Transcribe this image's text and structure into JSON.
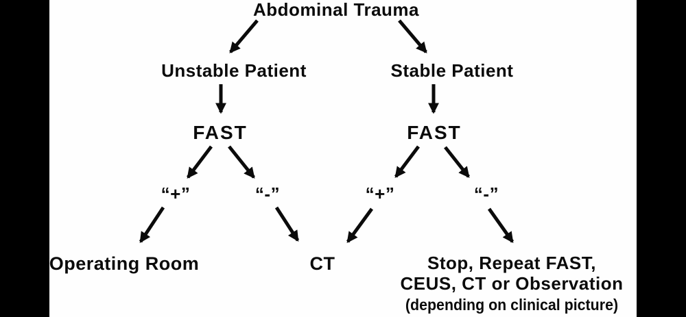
{
  "diagram": {
    "type": "flowchart",
    "colors": {
      "background": "#fefefe",
      "letterbox": "#000000",
      "ink": "#0b0b0b"
    },
    "nodes": {
      "root": {
        "label": "Abdominal Trauma"
      },
      "unstable": {
        "label": "Unstable Patient"
      },
      "stable": {
        "label": "Stable Patient"
      },
      "fast_unstable": {
        "label": "FAST"
      },
      "fast_stable": {
        "label": "FAST"
      },
      "unstable_pos": {
        "label": "“+”"
      },
      "unstable_neg": {
        "label": "“-”"
      },
      "stable_pos": {
        "label": "“+”"
      },
      "stable_neg": {
        "label": "“-”"
      },
      "operating_room": {
        "label": "Operating Room"
      },
      "ct": {
        "label": "CT"
      },
      "stable_neg_outcome": {
        "line1": "Stop, Repeat FAST,",
        "line2": "CEUS, CT or Observation",
        "line3": "(depending on clinical picture)"
      }
    },
    "edges": [
      {
        "from": "Abdominal Trauma",
        "to": "Unstable Patient"
      },
      {
        "from": "Abdominal Trauma",
        "to": "Stable Patient"
      },
      {
        "from": "Unstable Patient",
        "to": "FAST"
      },
      {
        "from": "Stable Patient",
        "to": "FAST"
      },
      {
        "from": "FAST (unstable)",
        "to": "“+”"
      },
      {
        "from": "FAST (unstable)",
        "to": "“-”"
      },
      {
        "from": "FAST (stable)",
        "to": "“+”"
      },
      {
        "from": "FAST (stable)",
        "to": "“-”"
      },
      {
        "from": "“+” (unstable)",
        "to": "Operating Room"
      },
      {
        "from": "“-” (unstable)",
        "to": "CT"
      },
      {
        "from": "“+” (stable)",
        "to": "CT"
      },
      {
        "from": "“-” (stable)",
        "to": "Stop, Repeat FAST, CEUS, CT or Observation (depending on clinical picture)"
      }
    ]
  }
}
